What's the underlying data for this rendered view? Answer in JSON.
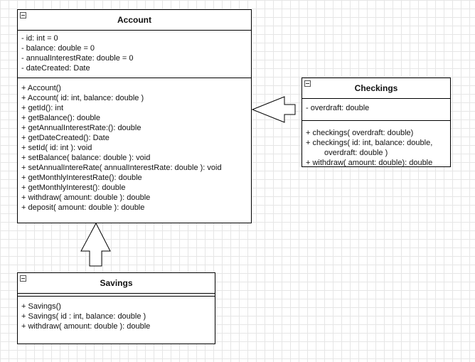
{
  "classes": {
    "account": {
      "name": "Account",
      "attributes": [
        "- id: int = 0",
        "- balance: double = 0",
        "- annualInterestRate: double = 0",
        "- dateCreated: Date"
      ],
      "methods": [
        "+ Account()",
        "+ Account( id: int, balance: double )",
        "+ getId(): int",
        "+ getBalance(): double",
        "+ getAnnualInterestRate:(): double",
        "+ getDateCreated(): Date",
        "+ setId( id: int ): void",
        "+ setBalance( balance: double ): void",
        "+ setAnnualIntereRate( annualInterestRate: double ): void",
        "+ getMonthlyInterestRate(): double",
        "+ getMonthlyInterest(): double",
        "+ withdraw( amount: double ): double",
        "+ deposit( amount: double ): double"
      ]
    },
    "checkings": {
      "name": "Checkings",
      "attributes": [
        "- overdraft: double"
      ],
      "methods": [
        "+ checkings( overdraft: double)",
        "+ checkings( id: int, balance: double,",
        "overdraft: double )",
        "+ withdraw( amount: double): double"
      ]
    },
    "savings": {
      "name": "Savings",
      "attributes": [],
      "methods": [
        "+ Savings()",
        "+ Savings( id : int, balance: double )",
        "+ withdraw( amount: double ): double"
      ]
    }
  }
}
